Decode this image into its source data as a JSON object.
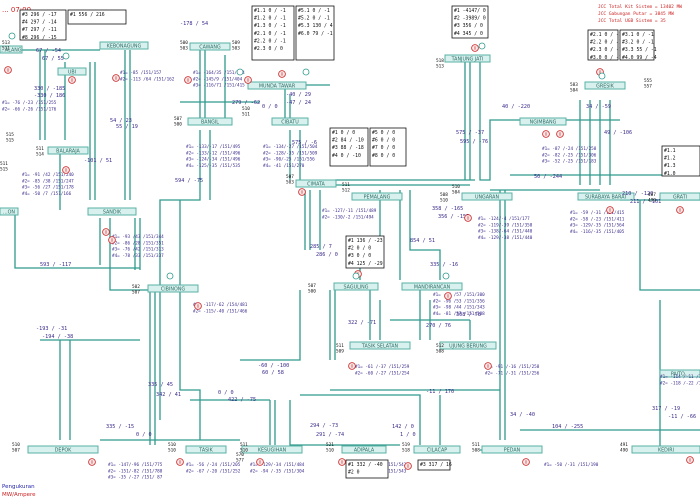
{
  "header": {
    "time": "... 07:00",
    "totals": [
      "JCC Total Kit Sistem = 13402 MW",
      "JCC Gabungan Putar  = 3845 MW",
      "JCC Total UGB Sistem = 35"
    ]
  },
  "legend": {
    "line1": "Pengukuran",
    "line2": "MW/Ampere"
  },
  "colors": {
    "bus": "#58b1a6",
    "line": "#2f9a8c",
    "flow": "#3a2a8a",
    "red": "#cc2222",
    "black": "#111111"
  },
  "substations": [
    {
      "id": "lawang",
      "label": "...ALANG"
    },
    {
      "id": "ubi",
      "label": "UBI"
    },
    {
      "id": "kebonagung",
      "label": "KEBONAGUNG"
    },
    {
      "id": "cawang",
      "label": "CAWANG"
    },
    {
      "id": "mundatawar",
      "label": "MUNDA TAWAR"
    },
    {
      "id": "bangil",
      "label": "BANGIL"
    },
    {
      "id": "cibatu",
      "label": "CIBATU"
    },
    {
      "id": "balaraja",
      "label": "BALARAJA"
    },
    {
      "id": "sandik",
      "label": "SANDIK"
    },
    {
      "id": "cibinong",
      "label": "CIBINONG"
    },
    {
      "id": "cimata",
      "label": "CIMATA"
    },
    {
      "id": "pemalang",
      "label": "PEMALANG"
    },
    {
      "id": "ungaran",
      "label": "UNGARAN"
    },
    {
      "id": "tanjungjati",
      "label": "TANJUNG JATI"
    },
    {
      "id": "ngimbang",
      "label": "NGIMBANG"
    },
    {
      "id": "gresik",
      "label": "GRESIK"
    },
    {
      "id": "surabayabarat",
      "label": "SURABAYA BARAT"
    },
    {
      "id": "grati",
      "label": "GRATI"
    },
    {
      "id": "saguling",
      "label": "SAGULING"
    },
    {
      "id": "mandirancan",
      "label": "MANDIRANCAN"
    },
    {
      "id": "tasikselatan",
      "label": "TASIK SELATAN"
    },
    {
      "id": "ujungberung",
      "label": "UJUNG BERUNG"
    },
    {
      "id": "depok",
      "label": "DEPOK"
    },
    {
      "id": "tasik",
      "label": "TASIK"
    },
    {
      "id": "kesugihan",
      "label": "KESUGIHAN"
    },
    {
      "id": "adipala",
      "label": "ADIPALA"
    },
    {
      "id": "cilacap",
      "label": "CILACAP"
    },
    {
      "id": "pedan",
      "label": "PEDAN"
    },
    {
      "id": "kediri",
      "label": "KEDIRI"
    },
    {
      "id": "paiton",
      "label": "PAITO..."
    },
    {
      "id": "leftedge",
      "label": "...ON"
    }
  ],
  "flows": [
    {
      "id": "f1",
      "text": "67 / -54"
    },
    {
      "id": "f2",
      "text": "67 / 55"
    },
    {
      "id": "f3",
      "text": "330 / -185"
    },
    {
      "id": "f4",
      "text": "-330 / 186"
    },
    {
      "id": "f5",
      "text": "-178 / 54"
    },
    {
      "id": "f6",
      "text": "279 / -62"
    },
    {
      "id": "f7",
      "text": "0 / 0"
    },
    {
      "id": "f8",
      "text": "-40 / 29"
    },
    {
      "id": "f9",
      "text": "-47 / 24"
    },
    {
      "id": "f10",
      "text": "575 / -37"
    },
    {
      "id": "f11",
      "text": "595 / -76"
    },
    {
      "id": "f12",
      "text": "40 / -220"
    },
    {
      "id": "f13",
      "text": "34 / -59"
    },
    {
      "id": "f14",
      "text": "49 / -106"
    },
    {
      "id": "f15",
      "text": "50 / -244"
    },
    {
      "id": "f16",
      "text": "358 / -165"
    },
    {
      "id": "f17",
      "text": "356 / -155"
    },
    {
      "id": "f18",
      "text": "210 / -120"
    },
    {
      "id": "f19",
      "text": "211 / -101"
    },
    {
      "id": "f20",
      "text": "593 / -117"
    },
    {
      "id": "f21",
      "text": "594 / -75"
    },
    {
      "id": "f22",
      "text": "-101 / 51"
    },
    {
      "id": "f23",
      "text": "54 / 23"
    },
    {
      "id": "f24",
      "text": "55 / 19"
    },
    {
      "id": "f25",
      "text": "575 / -6"
    },
    {
      "id": "f26",
      "text": "285 / 7"
    },
    {
      "id": "f27",
      "text": "286 / 0"
    },
    {
      "id": "f28",
      "text": "322 / -71"
    },
    {
      "id": "f29",
      "text": "854 / 51"
    },
    {
      "id": "f30",
      "text": "335 / -16"
    },
    {
      "id": "f31",
      "text": "270 / 76"
    },
    {
      "id": "f32",
      "text": "308 / 78"
    },
    {
      "id": "f33",
      "text": "-193 / -31"
    },
    {
      "id": "f34",
      "text": "-194 / -38"
    },
    {
      "id": "f35",
      "text": "-60 / -100"
    },
    {
      "id": "f36",
      "text": "60 / 58"
    },
    {
      "id": "f37",
      "text": "0 / 0"
    },
    {
      "id": "f38",
      "text": "422 / -75"
    },
    {
      "id": "f39",
      "text": "-11 / 170"
    },
    {
      "id": "f40",
      "text": "335 / 45"
    },
    {
      "id": "f41",
      "text": "342 / 41"
    },
    {
      "id": "f42",
      "text": "335 / -15"
    },
    {
      "id": "f43",
      "text": "0 / 0"
    },
    {
      "id": "f44",
      "text": "294 / -73"
    },
    {
      "id": "f45",
      "text": "291 / -74"
    },
    {
      "id": "f46",
      "text": "142 / 0"
    },
    {
      "id": "f47",
      "text": "1 / 0"
    },
    {
      "id": "f48",
      "text": "104 / -255"
    },
    {
      "id": "f49",
      "text": "34 / -40"
    },
    {
      "id": "f50",
      "text": "317 / -19"
    },
    {
      "id": "f51",
      "text": "-11 / -66"
    }
  ],
  "feeders": [
    {
      "id": "fd1",
      "lines": [
        "#1= -85 /151/157",
        "#2= -113 /64 /151/162"
      ]
    },
    {
      "id": "fd2",
      "lines": [
        "#1= -164/35 /151/404",
        "#2= -145/9 /151/404",
        "#3= -116/71 /151/415"
      ]
    },
    {
      "id": "fd3",
      "lines": [
        "#1= -134/-27 /151/504",
        "#2= -128/-35 /151/509",
        "#3= -90/-25 /151/556",
        "#4= -41 /151/270"
      ]
    },
    {
      "id": "fd4",
      "lines": [
        "#1= -133/-17 /151/495",
        "#2= -133/-12 /151/496",
        "#3= -124/-34 /151/496",
        "#4= -125/-35 /151/535"
      ]
    },
    {
      "id": "fd5",
      "lines": [
        "#1= -76 /-23 /151/255",
        "#2= -66 /-26 /151/176"
      ]
    },
    {
      "id": "fd6",
      "lines": [
        "#1= -91 /42 /151/240",
        "#2= -85 /38 /151/247",
        "#3= -56 /27 /151/178",
        "#4= -50 /7 /151/166"
      ]
    },
    {
      "id": "fd7",
      "lines": [
        "#1= -93 /43 /151/344",
        "#2= -86 /28 /151/351",
        "#3= -76 /42 /151/313",
        "#4= -78 /33 /151/337"
      ]
    },
    {
      "id": "fd8",
      "lines": [
        "#1= -127/-11 /151/489",
        "#2= -130/-2 /151/494"
      ]
    },
    {
      "id": "fd9",
      "lines": [
        "#1= -124/-4 /151/177",
        "#2= -119/-39 /151/358",
        "#3= -138/-64 /151/440",
        "#4= -129/-38 /151/440"
      ]
    },
    {
      "id": "fd10",
      "lines": [
        "#1= -87 /-24 /151/258",
        "#2= -82 /-25 /151/306",
        "#3= -52 /-25 /151/183"
      ]
    },
    {
      "id": "fd11",
      "lines": [
        "#1= -59 /-31 /151/415",
        "#2= -58 /-23 /151/411",
        "#3= -129/-35 /151/564",
        "#4= -116/-35 /151/405"
      ]
    },
    {
      "id": "fd12",
      "lines": [
        "#1= -117/-62 /154/481",
        "#2= -115/-40 /151/466"
      ]
    },
    {
      "id": "fd13",
      "lines": [
        "#1= -85 /57 /151/300",
        "#2= -96 /53 /151/356",
        "#3= -98 /44 /151/343",
        "#4= -81 /57 /151/308"
      ]
    },
    {
      "id": "fd14",
      "lines": [
        "#1= -91 /-16 /151/258",
        "#2= -71 /-31 /151/256"
      ]
    },
    {
      "id": "fd15",
      "lines": [
        "#1= -61 /-37 /151/259",
        "#2= -60 /-27 /151/254"
      ]
    },
    {
      "id": "fd16",
      "lines": [
        "#1= -147/-96 /151/775",
        "#2= -151/-82 /151/788",
        "#3= -35 /-27 /151/ 87"
      ]
    },
    {
      "id": "fd17",
      "lines": [
        "#1= -56 /-24 /151/205",
        "#2= -67 /-20 /151/252"
      ]
    },
    {
      "id": "fd18",
      "lines": [
        "#1= -129/-34 /151/484",
        "#2= -94 /-35 /151/304"
      ]
    },
    {
      "id": "fd19",
      "lines": [
        "#1= -150 / 9 /151/543",
        "#2= -147 /13 /151/543"
      ]
    },
    {
      "id": "fd20",
      "lines": [
        "#1= -114 /-11 /151/254",
        "#2= -118 /-22 /151/245"
      ]
    },
    {
      "id": "fd21",
      "lines": [
        "#1= -50 /-31 /151/190"
      ]
    }
  ],
  "gen_boxes": [
    {
      "id": "g1",
      "lines": [
        "#1  556 / 216"
      ]
    },
    {
      "id": "g2",
      "lines": [
        "#3  296 / -17",
        "#4  297 / -14",
        "#7  297 / -11",
        "#8  296 / -15"
      ]
    },
    {
      "id": "g3",
      "lines": [
        "#1.1  0  /  -1",
        "#1.2  0  /  -1",
        "#1.3  0  /  -1",
        "#2.1  0  /  -1",
        "#2.2  0  /  -1",
        "#2.3  0  /  0"
      ]
    },
    {
      "id": "g3b",
      "lines": [
        "#5.1  0  /  -1",
        "#5.2  0  /  -1",
        "#5.3  130 / 4",
        "#6.0  79  / -1"
      ]
    },
    {
      "id": "g4",
      "lines": [
        "#1  0  /  0",
        "#2  84 /  -10",
        "#3  88 /  -18",
        "#4  0  /  -10"
      ]
    },
    {
      "id": "g4b",
      "lines": [
        "#5  0  /  0",
        "#6  0  /  0",
        "#7  0  /  0",
        "#8  0  /  0"
      ]
    },
    {
      "id": "g5",
      "lines": [
        "#1  -4147/ 0",
        "#2  -3989/ 0",
        "#3  356 / 0",
        "#4  345 / 0"
      ]
    },
    {
      "id": "g6",
      "lines": [
        "#2.1  0  /  -1",
        "#2.2  0  /  -1",
        "#2.3  0  /  -1",
        "#3.0  0  /  -1"
      ]
    },
    {
      "id": "g6b",
      "lines": [
        "#3.1  0  /  -1",
        "#3.2  0  /  -1",
        "#3.3  55 / -1",
        "#4.0  99 / -4"
      ]
    },
    {
      "id": "g7",
      "lines": [
        "#1  136 / -23",
        "#2  0  /  0",
        "#3  0  /  0",
        "#4  125 / -29"
      ]
    },
    {
      "id": "g8",
      "lines": [
        "#1.1",
        "#1.2",
        "#1.3",
        "#1.0"
      ]
    },
    {
      "id": "g9",
      "lines": [
        "#1  332 / -40",
        "#2  0"
      ]
    },
    {
      "id": "g10",
      "lines": [
        "#3  317 / 16"
      ]
    }
  ],
  "bus_ids": [
    {
      "id": "b1",
      "text": "513 511"
    },
    {
      "id": "b2",
      "text": "500 503"
    },
    {
      "id": "b3",
      "text": "509 503"
    },
    {
      "id": "b4",
      "text": "510 511"
    },
    {
      "id": "b5",
      "text": "507 500"
    },
    {
      "id": "b6",
      "text": "511 514"
    },
    {
      "id": "b7",
      "text": "511 515"
    },
    {
      "id": "b8",
      "text": "507 503"
    },
    {
      "id": "b9",
      "text": "511 512"
    },
    {
      "id": "b10",
      "text": "510 504"
    },
    {
      "id": "b11",
      "text": "508 510"
    },
    {
      "id": "b12",
      "text": "583 584"
    },
    {
      "id": "b13",
      "text": "487 499"
    },
    {
      "id": "b14",
      "text": "518 513"
    },
    {
      "id": "b15",
      "text": "502 507"
    },
    {
      "id": "b16",
      "text": "507 500"
    },
    {
      "id": "b17",
      "text": "511 509"
    },
    {
      "id": "b18",
      "text": "512 508"
    },
    {
      "id": "b19",
      "text": "510 507"
    },
    {
      "id": "b20",
      "text": "510 510"
    },
    {
      "id": "b21",
      "text": "511 510"
    },
    {
      "id": "b22",
      "text": "570 577"
    },
    {
      "id": "b23",
      "text": "521 510"
    },
    {
      "id": "b24",
      "text": "519 518"
    },
    {
      "id": "b25",
      "text": "511 508"
    },
    {
      "id": "b26",
      "text": "491 490"
    },
    {
      "id": "b27",
      "text": "555 557"
    },
    {
      "id": "b28",
      "text": "515 515"
    }
  ]
}
